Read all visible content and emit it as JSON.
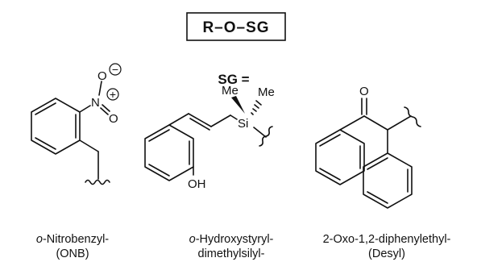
{
  "scheme": {
    "title": "R–O–SG",
    "sg_label": "SG ="
  },
  "structures": [
    {
      "atoms": {
        "N": "N",
        "O_top": "O",
        "O_right": "O",
        "charge_minus": "−",
        "charge_plus": "+"
      },
      "caption": {
        "prefix": "o",
        "rest": "-Nitrobenzyl-",
        "line2": "(ONB)"
      }
    },
    {
      "atoms": {
        "Si": "Si",
        "Me1": "Me",
        "Me2": "Me",
        "OH": "OH"
      },
      "caption": {
        "prefix": "o",
        "rest": "-Hydroxystyryl-",
        "line2": "dimethylsilyl-"
      }
    },
    {
      "atoms": {
        "O": "O"
      },
      "caption": {
        "line1": "2-Oxo-1,2-diphenylethyl-",
        "line2": "(Desyl)"
      }
    }
  ]
}
